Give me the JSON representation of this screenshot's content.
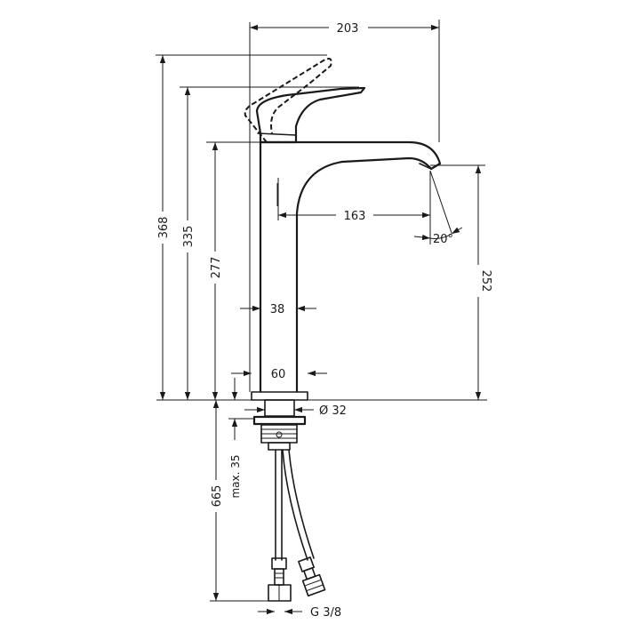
{
  "dimensions": {
    "overall_width": "203",
    "total_height": "368",
    "lever_height": "335",
    "body_height": "277",
    "spout_height": "252",
    "reach": "163",
    "spout_angle": "20°",
    "body_width": "38",
    "base_width": "60",
    "shank_diameter": "Ø 32",
    "hose_length": "665",
    "max_thickness": "max. 35",
    "connection_thread": "G 3/8"
  },
  "icons": [
    "dimension-arrow-icon",
    "hose-fitting-icon",
    "nut-icon"
  ]
}
